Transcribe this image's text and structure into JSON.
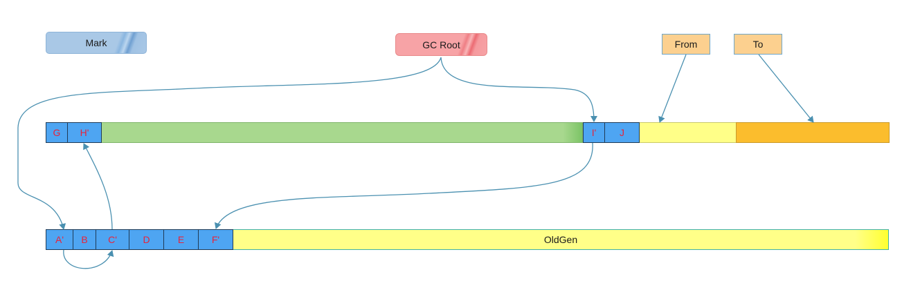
{
  "legend": {
    "mark_label": "Mark"
  },
  "gc_root": {
    "label": "GC Root"
  },
  "from_label": "From",
  "to_label": "To",
  "young_cells": [
    "G",
    "H'",
    "I'",
    "J"
  ],
  "old_cells": [
    "A'",
    "B",
    "C'",
    "D",
    "E",
    "F'"
  ],
  "oldgen_label": "OldGen",
  "colors": {
    "cell_blue": "#4ea5f2",
    "cell_text": "#e8233a",
    "eden_green": "#a8d88e",
    "from_yellow": "#ffff88",
    "to_orange": "#fbbd2d",
    "oldgen_yellow": "#ffff88",
    "arrow": "#4a90b0"
  }
}
